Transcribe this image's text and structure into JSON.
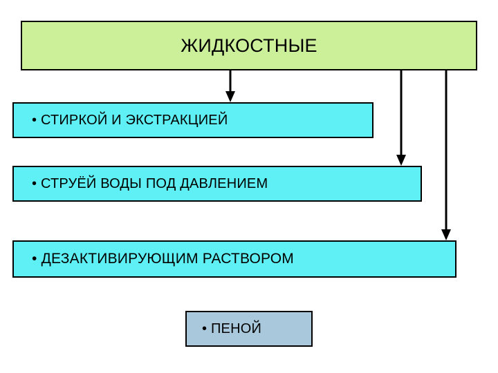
{
  "diagram": {
    "title": "ЖИДКОСТНЫЕ",
    "items": [
      {
        "label": "• СТИРКОЙ И ЭКСТРАКЦИЕЙ"
      },
      {
        "label": "• СТРУЁЙ ВОДЫ ПОД ДАВЛЕНИЕМ"
      },
      {
        "label": "• ДЕЗАКТИВИРУЮЩИМ РАСТВОРОМ"
      },
      {
        "label": "• ПЕНОЙ"
      }
    ],
    "colors": {
      "title_fill": "#ccf09a",
      "item_fill": "#5ff0f5",
      "last_item_fill": "#a9c8dc",
      "outline": "#000000",
      "arrow": "#000000"
    }
  }
}
